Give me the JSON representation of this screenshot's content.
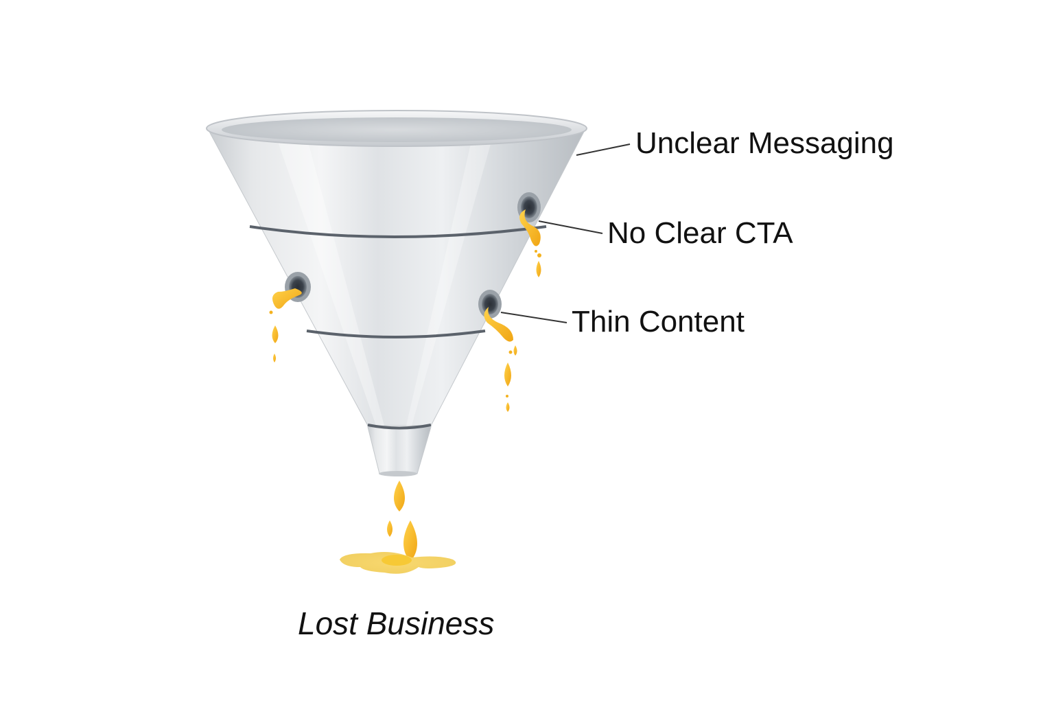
{
  "diagram": {
    "leaks": [
      {
        "label": "Unclear Messaging"
      },
      {
        "label": "No Clear CTA"
      },
      {
        "label": "Thin Content"
      }
    ],
    "outcome": "Lost Business"
  },
  "colors": {
    "background": "#ffffff",
    "funnel": "#d9dcdf",
    "funnel_band": "#59606a",
    "leak_fluid": "#f4b21f",
    "text": "#111111"
  },
  "icons": [
    "funnel-icon",
    "hole-icon",
    "drip-icon",
    "puddle-icon"
  ]
}
